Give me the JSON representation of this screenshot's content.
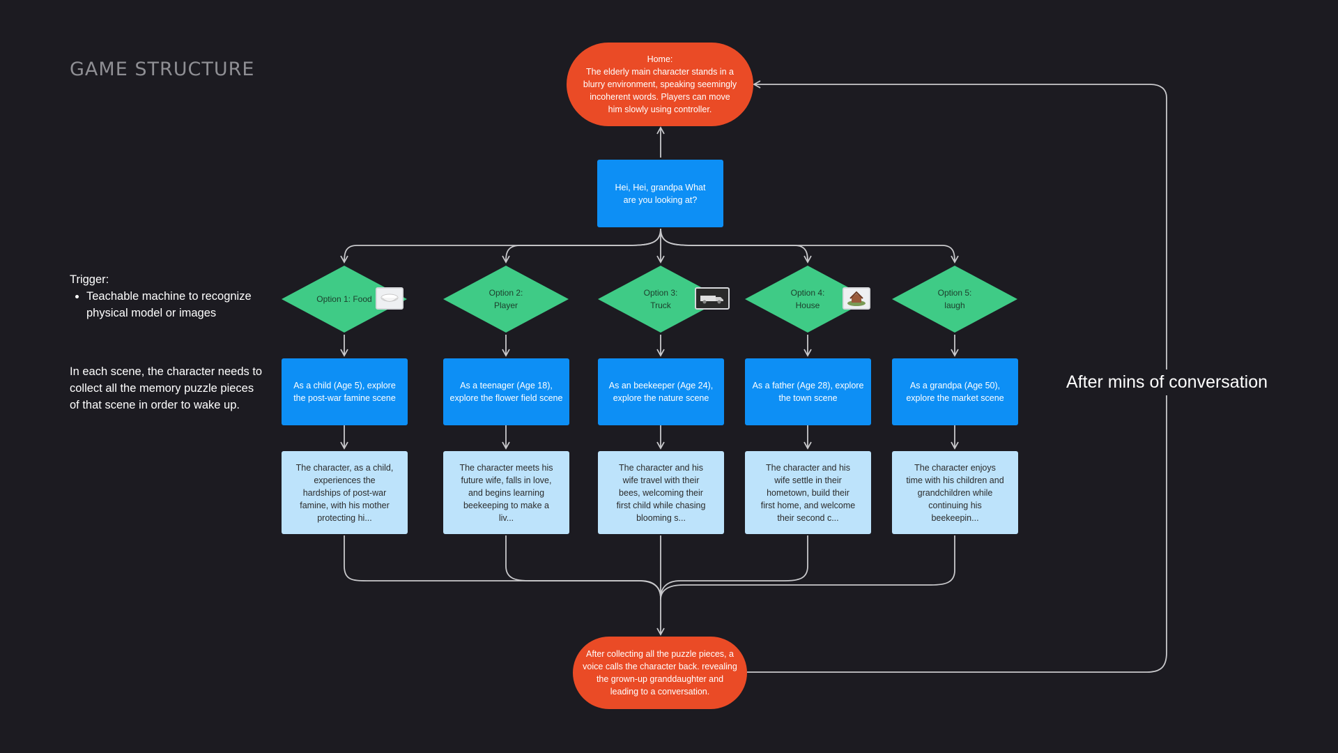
{
  "title": "GAME STRUCTURE",
  "trigger": {
    "heading": "Trigger:",
    "bullet": "Teachable machine to recognize physical model or images"
  },
  "scene_note": "In each scene, the character needs to collect all the memory puzzle pieces of that scene in order to wake up.",
  "home": "Home:\nThe elderly main character stands in a blurry environment, speaking seemingly incoherent words. Players can move him slowly using controller.",
  "prompt": "Hei, Hei, grandpa What are you looking at?",
  "options": [
    {
      "label": "Option 1: Food",
      "icon": "bowl-icon",
      "scene": "As a child (Age 5), explore the post-war famine scene",
      "story": "The character, as a child, experiences the hardships of post-war famine, with his mother protecting hi..."
    },
    {
      "label": "Option 2:\nPlayer",
      "icon": "",
      "scene": "As a teenager (Age 18), explore the flower field scene",
      "story": "The character meets his future wife, falls in love, and begins learning beekeeping to make a liv..."
    },
    {
      "label": "Option 3:\nTruck",
      "icon": "truck-icon",
      "scene": "As an beekeeper (Age 24), explore the nature scene",
      "story": "The character and his wife travel with their bees, welcoming their first child while chasing blooming s..."
    },
    {
      "label": "Option 4:\nHouse",
      "icon": "house-icon",
      "scene": "As a father (Age 28), explore the town scene",
      "story": "The character and his wife settle in their hometown, build their first home, and welcome their second c..."
    },
    {
      "label": "Option 5:\nlaugh",
      "icon": "",
      "scene": "As a grandpa (Age 50), explore the market scene",
      "story": "The character enjoys time with his children and grandchildren while continuing his beekeepin..."
    }
  ],
  "ending": "After collecting all the puzzle pieces, a voice calls the character back. revealing the grown-up granddaughter and leading to a conversation.",
  "loop_label": "After mins of conversation",
  "colors": {
    "background": "#1c1b21",
    "pill": "#ea4b26",
    "blue": "#0d8ff5",
    "light": "#bde3fb",
    "diamond": "#3fcb86",
    "line": "#c9c9cc"
  }
}
